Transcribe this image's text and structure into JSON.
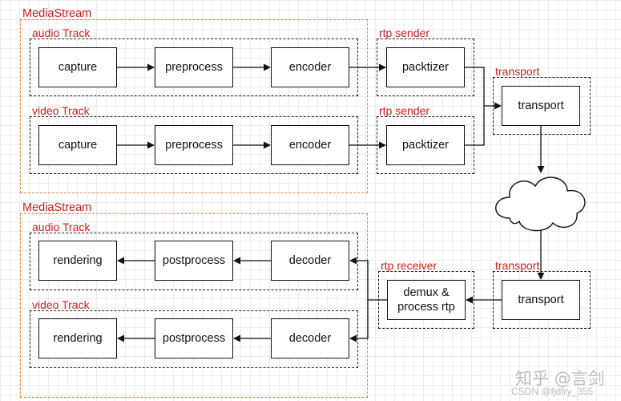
{
  "top_stream": {
    "label": "MediaStream",
    "audio_track": {
      "label": "audio Track",
      "capture": "capture",
      "preprocess": "preprocess",
      "encoder": "encoder"
    },
    "video_track": {
      "label": "video Track",
      "capture": "capture",
      "preprocess": "preprocess",
      "encoder": "encoder"
    }
  },
  "rtp_sender_audio": {
    "label": "rtp sender",
    "packtizer": "packtizer"
  },
  "rtp_sender_video": {
    "label": "rtp sender",
    "packtizer": "packtizer"
  },
  "transport_send": {
    "label": "transport",
    "box": "transport"
  },
  "network_cloud": {
    "icon": "cloud-icon"
  },
  "transport_recv": {
    "label": "transport",
    "box": "transport"
  },
  "rtp_receiver": {
    "label": "rtp receiver",
    "box": "demux &\nprocess rtp"
  },
  "bottom_stream": {
    "label": "MediaStream",
    "audio_track": {
      "label": "audio Track",
      "rendering": "rendering",
      "postprocess": "postprocess",
      "decoder": "decoder"
    },
    "video_track": {
      "label": "video Track",
      "rendering": "rendering",
      "postprocess": "postprocess",
      "decoder": "decoder"
    }
  },
  "watermark": {
    "line1": "知乎 @言剑",
    "line2": "CSDN @fjdfry_355"
  },
  "colors": {
    "group_label": "#d81b1b",
    "mediastream_border": "#d98c4a",
    "line": "#111111"
  }
}
